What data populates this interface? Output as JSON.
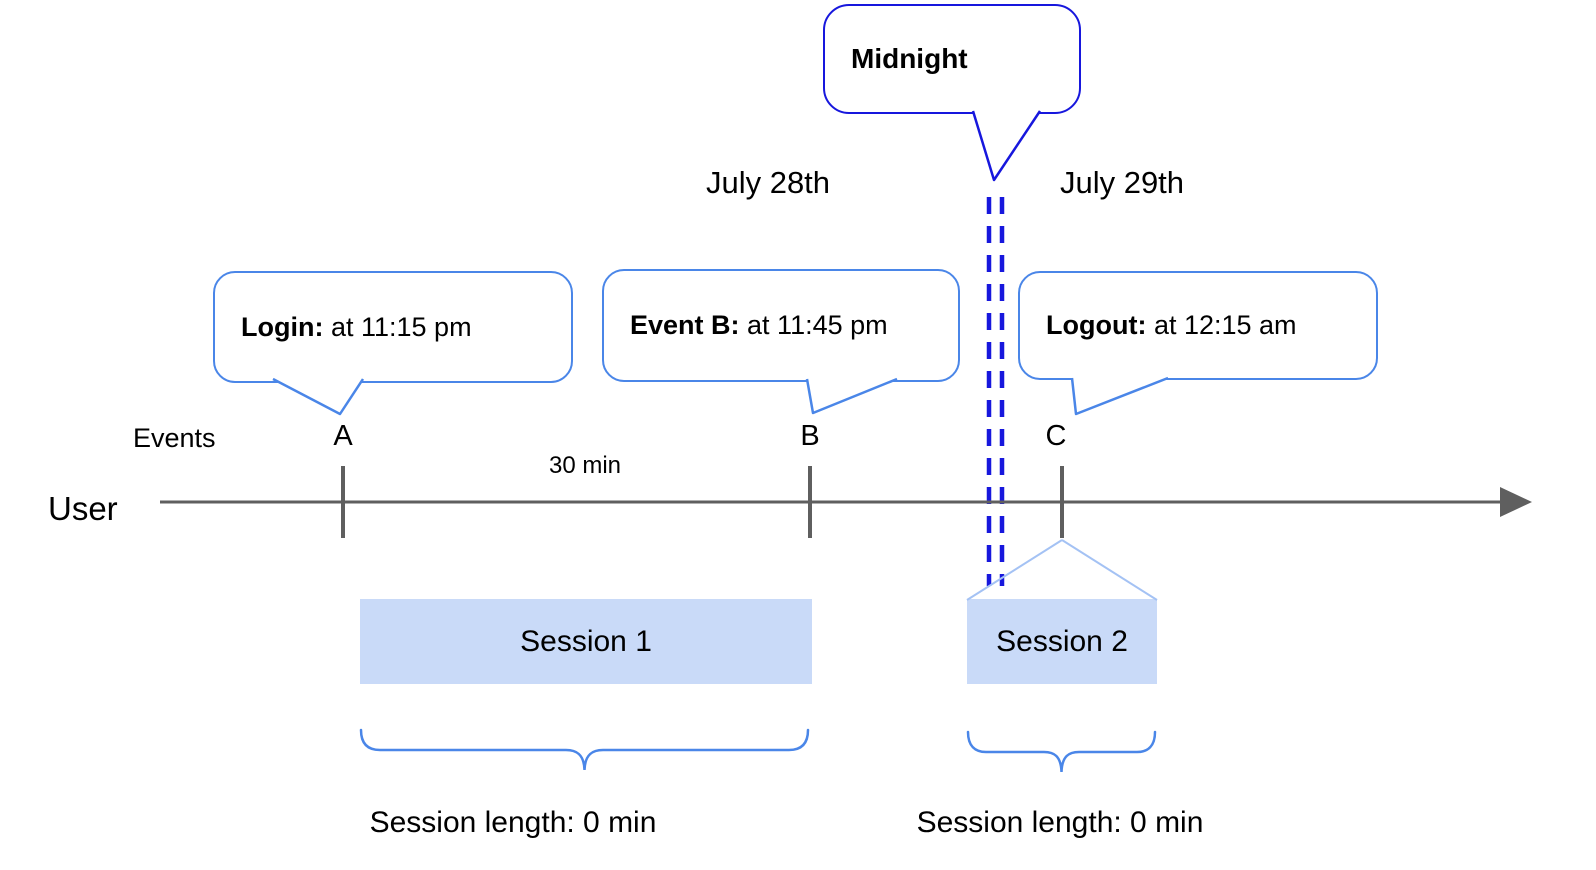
{
  "dates": {
    "left": "July 28th",
    "right": "July 29th"
  },
  "midnight": {
    "label": "Midnight"
  },
  "callouts": {
    "login": {
      "title": "Login:",
      "detail": " at 11:15 pm"
    },
    "event_b": {
      "title": "Event B:",
      "detail": " at 11:45 pm"
    },
    "logout": {
      "title": "Logout:",
      "detail": " at 12:15 am"
    }
  },
  "timeline": {
    "row_label": "User",
    "events_label": "Events",
    "marks": {
      "a": "A",
      "b": "B",
      "c": "C"
    },
    "gap_label": "30 min"
  },
  "sessions": {
    "one": {
      "label": "Session 1",
      "length": "Session length: 0 min"
    },
    "two": {
      "label": "Session 2",
      "length": "Session length: 0 min"
    }
  },
  "colors": {
    "callout_border": "#4a86e8",
    "midnight_blue": "#1717dd",
    "session_fill": "#c9daf8",
    "funnel_line": "#a4c2f4",
    "axis_gray": "#5f5f5f"
  }
}
